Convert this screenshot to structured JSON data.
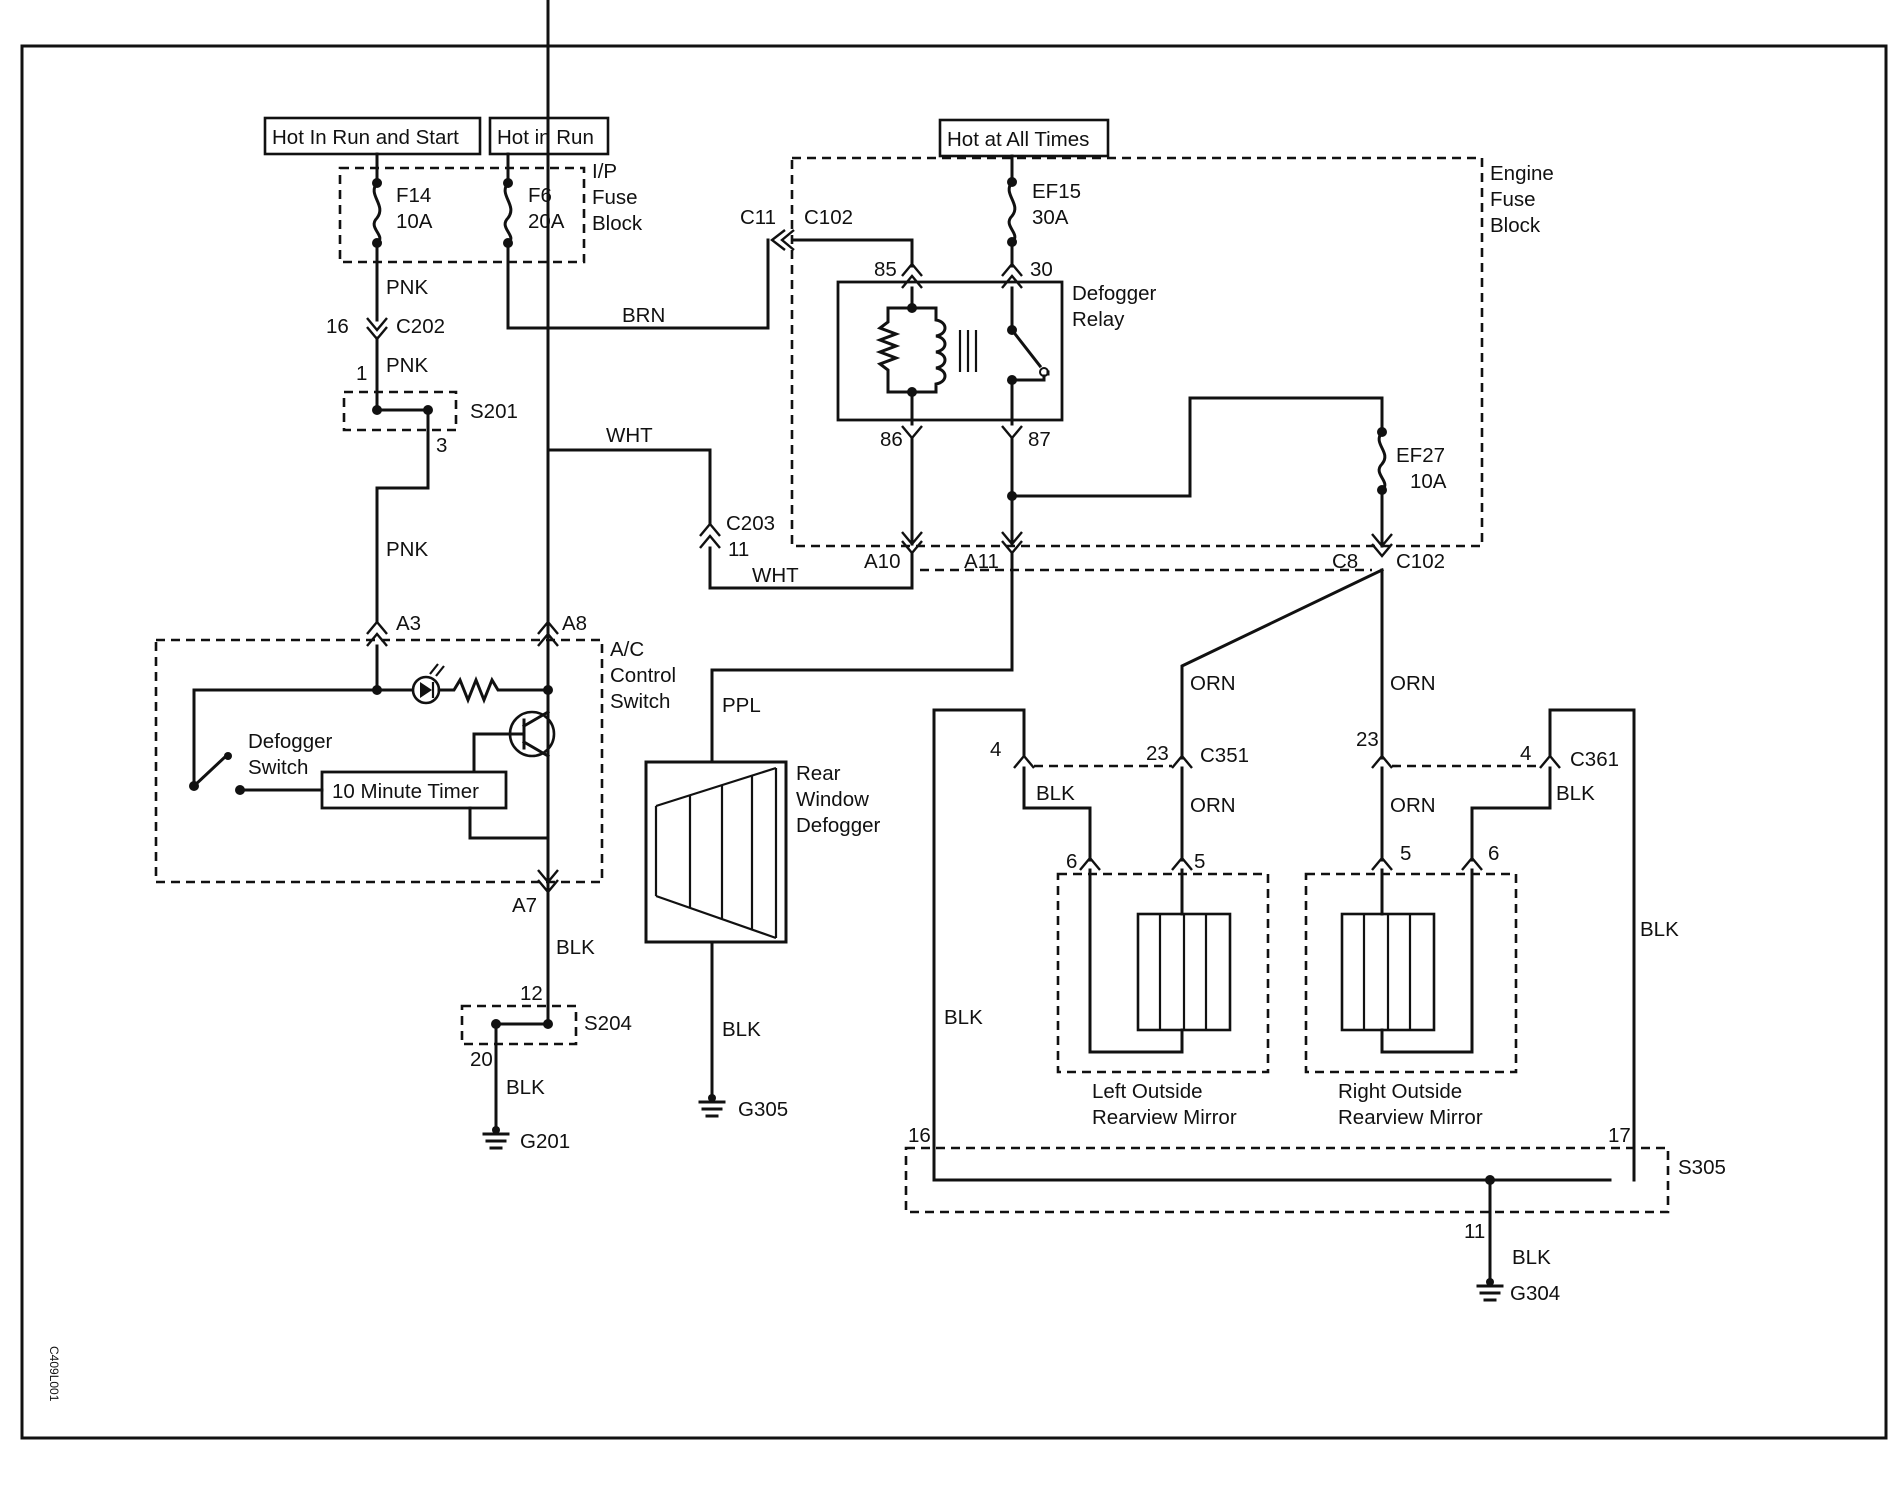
{
  "sources": {
    "hot_run_start": "Hot In Run and Start",
    "hot_run": "Hot in Run",
    "hot_all_times": "Hot at All Times"
  },
  "ip_fuse_block": {
    "label_line1": "I/P",
    "label_line2": "Fuse",
    "label_line3": "Block",
    "f14_name": "F14",
    "f14_rating": "10A",
    "f6_name": "F6",
    "f6_rating": "20A"
  },
  "engine_fuse_block": {
    "label_line1": "Engine",
    "label_line2": "Fuse",
    "label_line3": "Block",
    "ef15_name": "EF15",
    "ef15_rating": "30A",
    "ef27_name": "EF27",
    "ef27_rating": "10A"
  },
  "relay": {
    "label_line1": "Defogger",
    "label_line2": "Relay",
    "pin85": "85",
    "pin86": "86",
    "pin30": "30",
    "pin87": "87"
  },
  "ac_control": {
    "label_line1": "A/C",
    "label_line2": "Control",
    "label_line3": "Switch",
    "switch_line1": "Defogger",
    "switch_line2": "Switch",
    "timer": "10 Minute Timer",
    "pin_a3": "A3",
    "pin_a8": "A8",
    "pin_a7": "A7"
  },
  "wires": {
    "pnk": "PNK",
    "brn": "BRN",
    "wht": "WHT",
    "blk": "BLK",
    "orn": "ORN",
    "ppl": "PPL"
  },
  "connectors": {
    "c202": "C202",
    "c202_pin": "16",
    "c11": "C11",
    "c102": "C102",
    "c203": "C203",
    "c203_pin": "11",
    "a10": "A10",
    "a11": "A11",
    "c8": "C8",
    "c351": "C351",
    "c361": "C361",
    "pin4": "4",
    "pin23": "23",
    "pin6": "6",
    "pin5": "5"
  },
  "splices": {
    "s201": "S201",
    "s201_in": "1",
    "s201_out": "3",
    "s204": "S204",
    "s204_in": "12",
    "s204_out": "20",
    "s305": "S305",
    "s305_left": "16",
    "s305_right": "17",
    "s305_out": "11"
  },
  "grounds": {
    "g201": "G201",
    "g305": "G305",
    "g304": "G304"
  },
  "components": {
    "rear_defogger_line1": "Rear",
    "rear_defogger_line2": "Window",
    "rear_defogger_line3": "Defogger",
    "left_mirror_line1": "Left Outside",
    "left_mirror_line2": "Rearview Mirror",
    "right_mirror_line1": "Right Outside",
    "right_mirror_line2": "Rearview Mirror"
  },
  "figure_id": "C409L001"
}
